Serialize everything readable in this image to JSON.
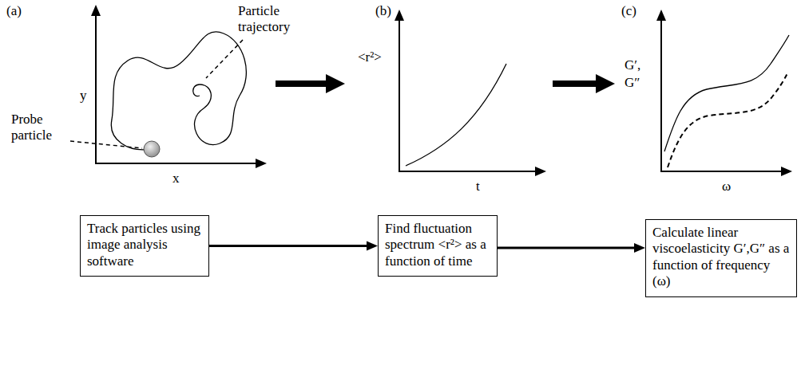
{
  "diagram": {
    "nodes": [
      {
        "text": [
          "Track particles using image analysis software"
        ]
      },
      {
        "text": [
          "Find fluctuation spectrum <r²> as a function of time"
        ]
      },
      {
        "text": [
          "Calculate linear viscoelasticity G′,G″ as a function of frequency (ω)"
        ]
      }
    ],
    "edges": [
      {
        "from": 0,
        "to": 1,
        "arrow": "to"
      },
      {
        "from": 1,
        "to": 2,
        "arrow": "to"
      }
    ],
    "labels": [
      "(a)",
      "Particle trajectory",
      "y",
      "Probe particle",
      "x",
      "(b)",
      "<r²>",
      "t",
      "(c)",
      "G′,",
      "G″",
      "ω"
    ]
  }
}
